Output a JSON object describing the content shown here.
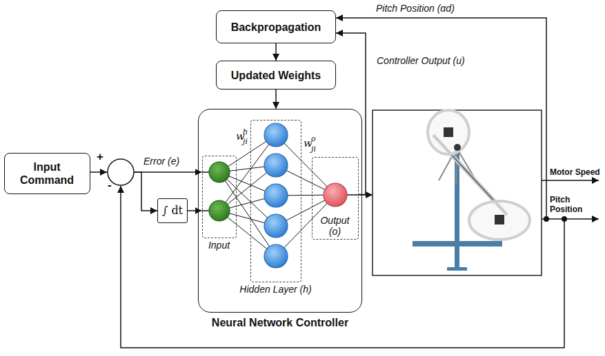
{
  "diagram": {
    "nodes": [
      {
        "text": [
          "Backpropagation"
        ]
      },
      {
        "text": [
          "Updated Weights"
        ]
      },
      {
        "text": [
          "Input Command"
        ]
      },
      {
        "text": [
          "+",
          "-"
        ]
      },
      {
        "text": [
          "∫ dt"
        ]
      },
      {
        "text": [
          "Neural Network Controller"
        ]
      },
      {
        "text": [
          "Input"
        ],
        "in": 5
      },
      {
        "text": [
          "Hidden Layer (h)"
        ],
        "in": 5
      },
      {
        "text": [
          "Output (o)"
        ],
        "in": 5
      }
    ],
    "edges": [
      {
        "from": 2,
        "to": 3,
        "arrow": "to"
      },
      {
        "from": 3,
        "to": 6,
        "label": "Error (e)",
        "arrow": "to"
      },
      {
        "from": 3,
        "to": 4,
        "arrow": "to"
      },
      {
        "from": 4,
        "to": 6,
        "arrow": "to"
      },
      {
        "from": 0,
        "to": 1,
        "arrow": "to"
      },
      {
        "from": 1,
        "to": 5,
        "arrow": "to"
      },
      {
        "from": 8,
        "to": 0,
        "label": "Controller Output (u)",
        "arrow": "to"
      }
    ],
    "labels": [
      "Pitch Position (αd)",
      "Motor Speed",
      "Pitch Position",
      "w",
      "h",
      "ji",
      "w",
      "o",
      "ji"
    ]
  }
}
